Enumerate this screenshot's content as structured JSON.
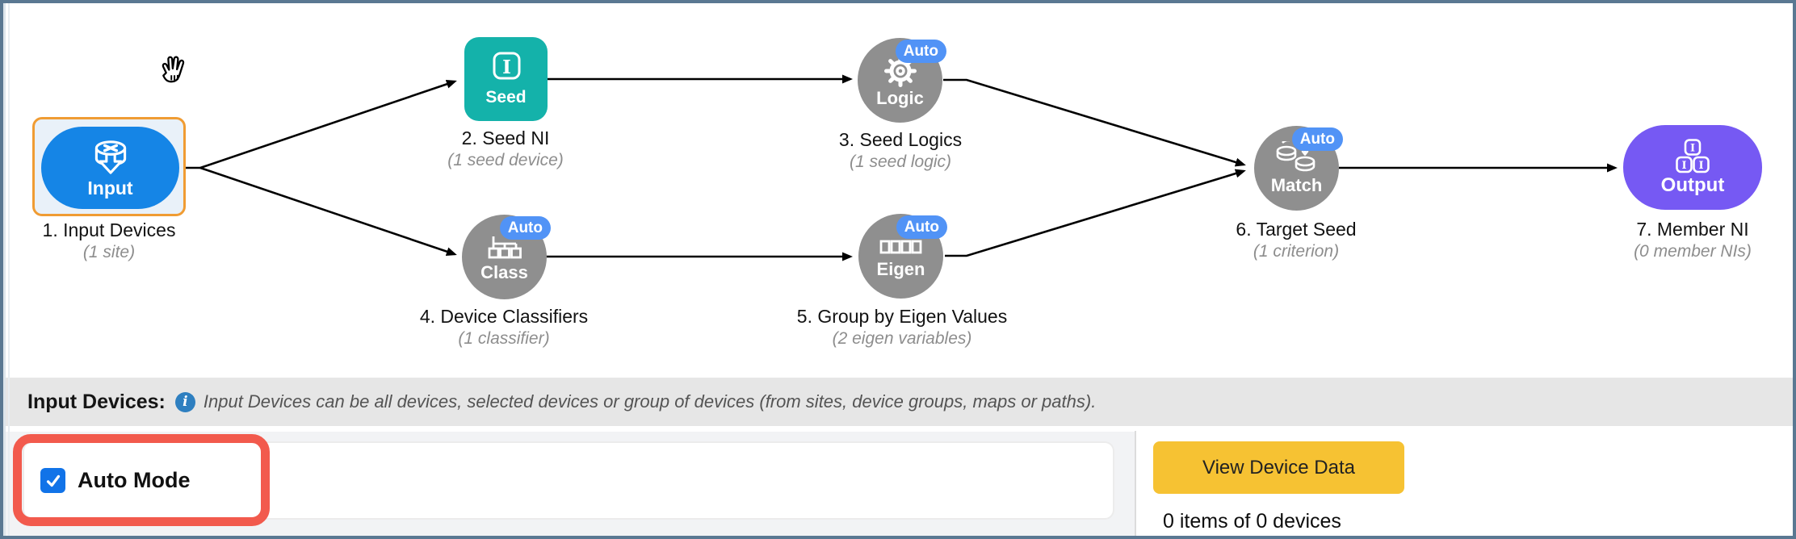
{
  "diagram": {
    "nodes": {
      "input": {
        "title": "1. Input Devices",
        "subtitle": "(1 site)",
        "label": "Input"
      },
      "seed": {
        "title": "2. Seed NI",
        "subtitle": "(1 seed device)",
        "label": "Seed"
      },
      "logic": {
        "title": "3. Seed Logics",
        "subtitle": "(1 seed logic)",
        "label": "Logic",
        "badge": "Auto"
      },
      "class": {
        "title": "4. Device Classifiers",
        "subtitle": "(1 classifier)",
        "label": "Class",
        "badge": "Auto"
      },
      "eigen": {
        "title": "5. Group by Eigen Values",
        "subtitle": "(2 eigen variables)",
        "label": "Eigen",
        "badge": "Auto"
      },
      "match": {
        "title": "6. Target Seed",
        "subtitle": "(1 criterion)",
        "label": "Match",
        "badge": "Auto"
      },
      "output": {
        "title": "7. Member NI",
        "subtitle": "(0 member NIs)",
        "label": "Output"
      }
    },
    "icon_letter": "I"
  },
  "info_bar": {
    "title": "Input Devices:",
    "info_glyph": "i",
    "description": "Input Devices can be all devices, selected devices or group of devices (from sites, device groups, maps or paths)."
  },
  "input_panel": {
    "auto_mode_label": "Auto Mode",
    "auto_mode_checked": true
  },
  "device_panel": {
    "view_device_data_button": "View Device Data",
    "items_status": "0 items of 0 devices"
  },
  "colors": {
    "input_node_blue": "#1585e6",
    "seed_node_teal": "#14b2aa",
    "step_node_gray": "#8f8f8f",
    "auto_badge_blue": "#5193f6",
    "output_node_purple": "#7659f3",
    "selection_outline_orange": "#f09c33",
    "view_button_yellow": "#f6c233",
    "annotation_red": "#f25a4d",
    "checkbox_blue": "#1173e8",
    "info_icon_blue": "#2e7fc0",
    "frame_slate": "#5a7892"
  }
}
